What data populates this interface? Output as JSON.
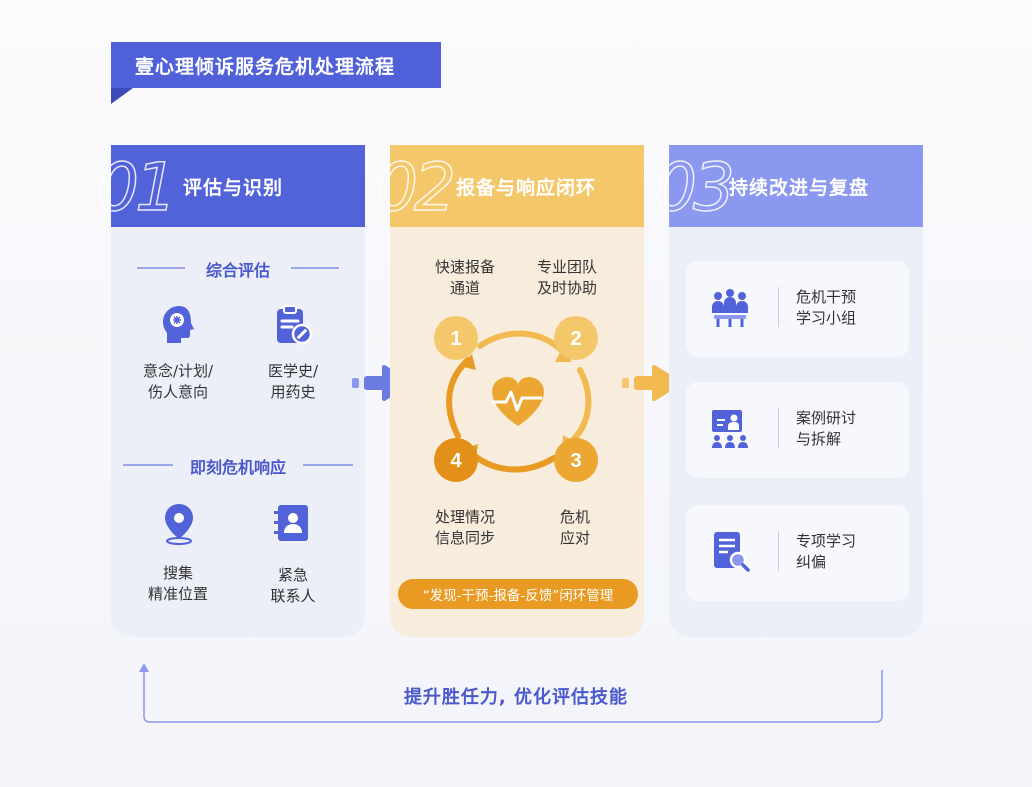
{
  "title": "壹心理倾诉服务危机处理流程",
  "colors": {
    "primary": "#5262d8",
    "amber": "#f4c86a",
    "orange": "#e89a22",
    "lavender": "#8a98f0"
  },
  "columns": [
    {
      "number": "01",
      "title": "评估与识别",
      "sections": [
        {
          "title": "综合评估",
          "items": [
            {
              "icon": "brain-head-icon",
              "label": [
                "意念/计划/",
                "伤人意向"
              ]
            },
            {
              "icon": "clipboard-pill-icon",
              "label": [
                "医学史/",
                "用药史"
              ]
            }
          ]
        },
        {
          "title": "即刻危机响应",
          "items": [
            {
              "icon": "location-pin-icon",
              "label": [
                "搜集",
                "精准位置"
              ]
            },
            {
              "icon": "contact-book-icon",
              "label": [
                "紧急",
                "联系人"
              ]
            }
          ]
        }
      ]
    },
    {
      "number": "02",
      "title": "报备与响应闭环",
      "steps": [
        {
          "num": "1",
          "label": [
            "快速报备",
            "通道"
          ]
        },
        {
          "num": "2",
          "label": [
            "专业团队",
            "及时协助"
          ]
        },
        {
          "num": "3",
          "label": [
            "危机",
            "应对"
          ]
        },
        {
          "num": "4",
          "label": [
            "处理情况",
            "信息同步"
          ]
        }
      ],
      "center_icon": "heart-pulse-icon",
      "footer": "“发现-干预-报备-反馈”闭环管理"
    },
    {
      "number": "03",
      "title": "持续改进与复盘",
      "cards": [
        {
          "icon": "group-meeting-icon",
          "label": [
            "危机干预",
            "学习小组"
          ]
        },
        {
          "icon": "presentation-icon",
          "label": [
            "案例研讨",
            "与拆解"
          ]
        },
        {
          "icon": "document-search-icon",
          "label": [
            "专项学习",
            "纠偏"
          ]
        }
      ]
    }
  ],
  "feedback": "提升胜任力, 优化评估技能"
}
